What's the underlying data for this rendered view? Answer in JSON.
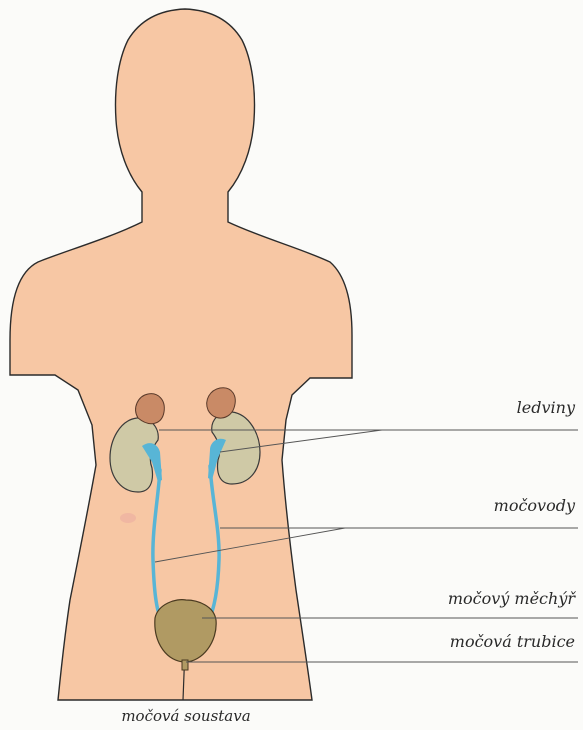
{
  "colors": {
    "skin": "#f7c7a4",
    "skin_outline": "#2b2b2b",
    "kidney": "#cfc9a6",
    "adrenal": "#c98a66",
    "ureter": "#58b5d6",
    "bladder": "#b09a63",
    "leader_line": "#555555",
    "background": "#fbfbf9"
  },
  "labels": {
    "kidneys": "ledviny",
    "ureters": "močovody",
    "bladder": "močový měchýř",
    "urethra": "močová trubice"
  },
  "caption": "močová soustava"
}
